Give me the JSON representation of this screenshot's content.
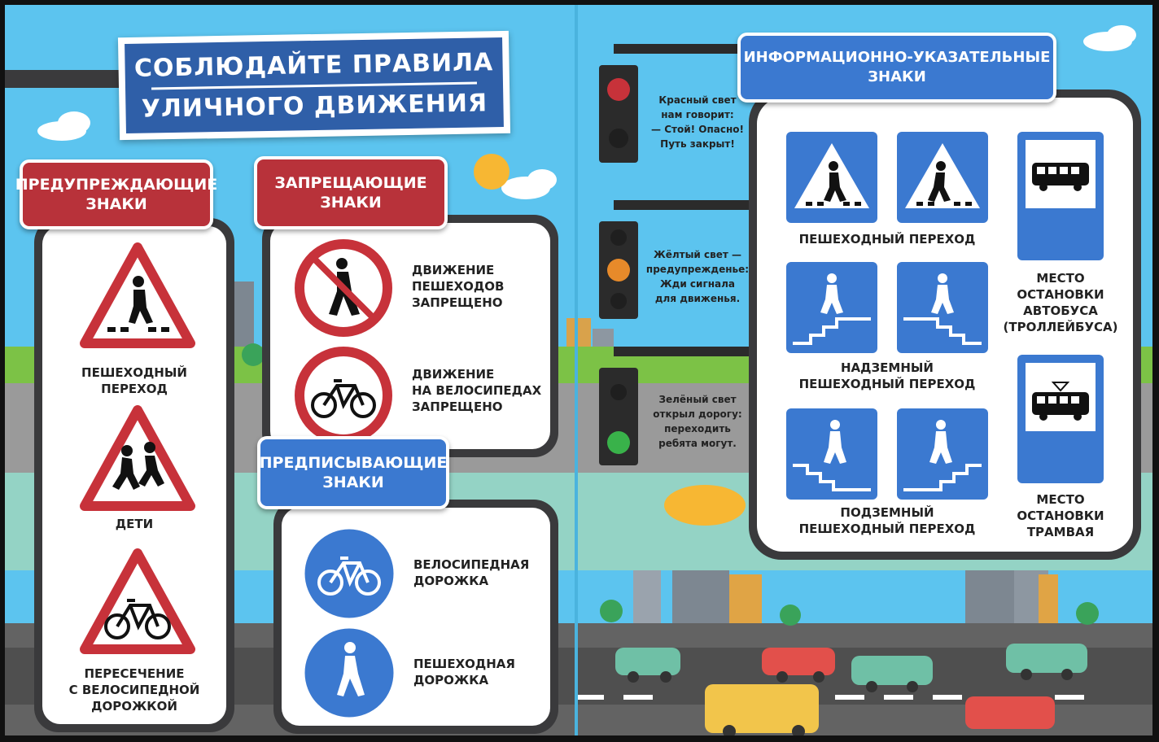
{
  "title": {
    "line1": "СОБЛЮДАЙТЕ ПРАВИЛА",
    "line2": "УЛИЧНОГО ДВИЖЕНИЯ"
  },
  "warning": {
    "header_line1": "ПРЕДУПРЕЖДАЮЩИЕ",
    "header_line2": "ЗНАКИ",
    "signs": [
      {
        "icon": "pedestrian-crossing-warning-icon",
        "label_line1": "ПЕШЕХОДНЫЙ",
        "label_line2": "ПЕРЕХОД"
      },
      {
        "icon": "children-warning-icon",
        "label_line1": "ДЕТИ"
      },
      {
        "icon": "bicycle-crossing-warning-icon",
        "label_line1": "ПЕРЕСЕЧЕНИЕ",
        "label_line2": "С ВЕЛОСИПЕДНОЙ",
        "label_line3": "ДОРОЖКОЙ"
      }
    ]
  },
  "prohibitory": {
    "header_line1": "ЗАПРЕЩАЮЩИЕ",
    "header_line2": "ЗНАКИ",
    "signs": [
      {
        "icon": "no-pedestrians-icon",
        "line1": "ДВИЖЕНИЕ",
        "line2": "ПЕШЕХОДОВ",
        "line3": "ЗАПРЕЩЕНО"
      },
      {
        "icon": "no-bicycles-icon",
        "line1": "ДВИЖЕНИЕ",
        "line2": "НА ВЕЛОСИПЕДАХ",
        "line3": "ЗАПРЕЩЕНО"
      }
    ]
  },
  "mandatory": {
    "header_line1": "ПРЕДПИСЫВАЮЩИЕ",
    "header_line2": "ЗНАКИ",
    "signs": [
      {
        "icon": "bicycle-path-icon",
        "line1": "ВЕЛОСИПЕДНАЯ",
        "line2": "ДОРОЖКА"
      },
      {
        "icon": "pedestrian-path-icon",
        "line1": "ПЕШЕХОДНАЯ",
        "line2": "ДОРОЖКА"
      }
    ]
  },
  "traffic_light": {
    "red": {
      "line1": "Красный свет",
      "line2": "нам говорит:",
      "line3": "— Стой! Опасно!",
      "line4": "Путь закрыт!"
    },
    "yellow": {
      "line1": "Жёлтый свет —",
      "line2": "предупрежденье:",
      "line3": "Жди сигнала",
      "line4": "для движенья."
    },
    "green": {
      "line1": "Зелёный свет",
      "line2": "открыл дорогу:",
      "line3": "переходить",
      "line4": "ребята могут."
    }
  },
  "informational": {
    "header_line1": "ИНФОРМАЦИОННО-УКАЗАТЕЛЬНЫЕ",
    "header_line2": "ЗНАКИ",
    "crossing_label": "ПЕШЕХОДНЫЙ ПЕРЕХОД",
    "overpass_label_line1": "НАДЗЕМНЫЙ",
    "overpass_label_line2": "ПЕШЕХОДНЫЙ ПЕРЕХОД",
    "underpass_label_line1": "ПОДЗЕМНЫЙ",
    "underpass_label_line2": "ПЕШЕХОДНЫЙ ПЕРЕХОД",
    "bus_label_line1": "МЕСТО",
    "bus_label_line2": "ОСТАНОВКИ",
    "bus_label_line3": "АВТОБУСА",
    "bus_label_line4": "(ТРОЛЛЕЙБУСА)",
    "tram_label_line1": "МЕСТО",
    "tram_label_line2": "ОСТАНОВКИ",
    "tram_label_line3": "ТРАМВАЯ"
  },
  "colors": {
    "sky": "#5cc4ef",
    "warning_red": "#b8323a",
    "sign_blue": "#3b79d0",
    "card_frame": "#3a3a3c"
  }
}
